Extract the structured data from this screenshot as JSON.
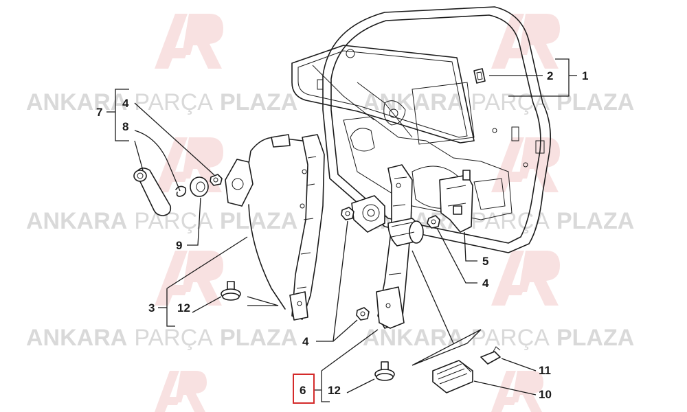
{
  "watermark": {
    "brand_bold_1": "ANKARA",
    "brand_light": "PARÇA",
    "brand_bold_2": "PLAZA",
    "logo_color": "#f2c9c9"
  },
  "callouts": [
    {
      "id": "c1",
      "label": "1"
    },
    {
      "id": "c2",
      "label": "2"
    },
    {
      "id": "c3",
      "label": "3"
    },
    {
      "id": "c4a",
      "label": "4"
    },
    {
      "id": "c4b",
      "label": "4"
    },
    {
      "id": "c4c",
      "label": "4"
    },
    {
      "id": "c5",
      "label": "5"
    },
    {
      "id": "c6",
      "label": "6"
    },
    {
      "id": "c7",
      "label": "7"
    },
    {
      "id": "c8",
      "label": "8"
    },
    {
      "id": "c9",
      "label": "9"
    },
    {
      "id": "c10",
      "label": "10"
    },
    {
      "id": "c11",
      "label": "11"
    },
    {
      "id": "c12a",
      "label": "12"
    },
    {
      "id": "c12b",
      "label": "12"
    }
  ],
  "highlight": {
    "label": "6",
    "color": "#d42a2a"
  }
}
